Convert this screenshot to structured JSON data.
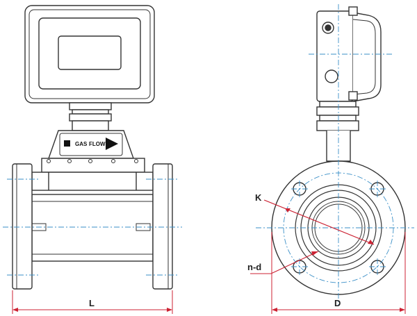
{
  "plate": {
    "gas": "GAS",
    "flow": "FLOW"
  },
  "dimensions": {
    "length": "L",
    "diameter": "D",
    "bolt_circle": "K",
    "bolt_holes": "n-d"
  },
  "colors": {
    "outline": "#333333",
    "centerline": "#3a8fc7",
    "dimension": "#cc2233",
    "fill": "#ffffff"
  }
}
